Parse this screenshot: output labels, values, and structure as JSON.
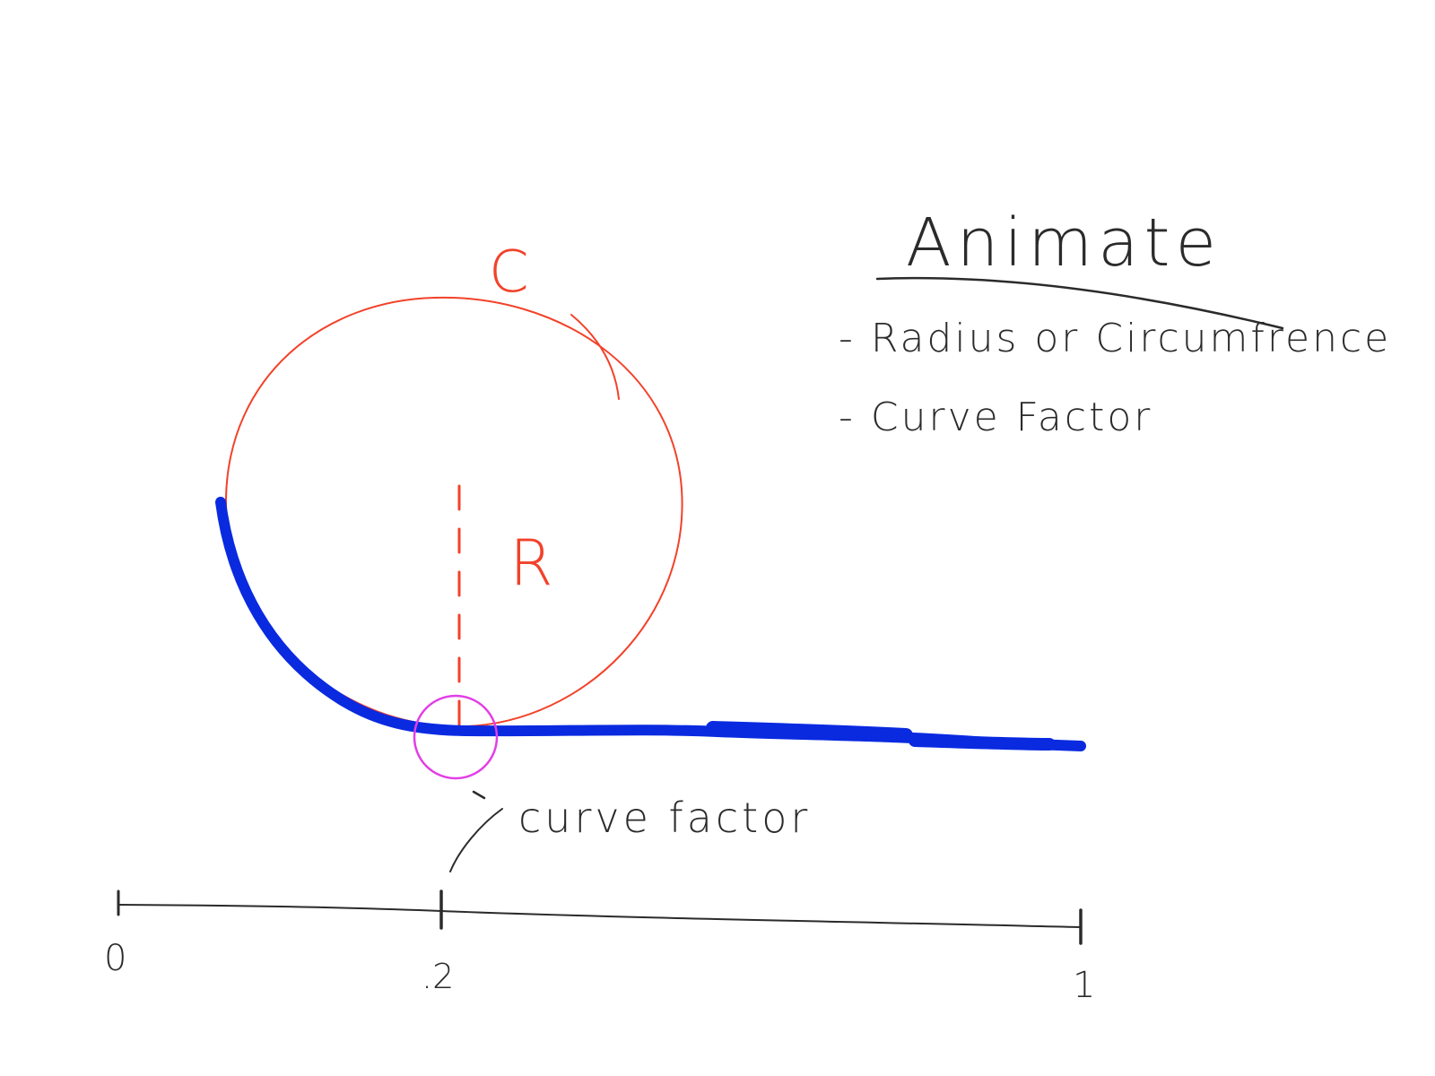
{
  "notes": {
    "title": "Animate",
    "items": [
      "- Radius or Circumfrence",
      "- Curve Factor"
    ]
  },
  "diagram": {
    "circumference_label": "C",
    "radius_label": "R",
    "curve_factor_label": "curve factor"
  },
  "scale": {
    "ticks": [
      {
        "value": 0,
        "label": "0"
      },
      {
        "value": 0.2,
        "label": ".2"
      },
      {
        "value": 1,
        "label": "1"
      }
    ]
  },
  "colors": {
    "ink": "#2b2b2b",
    "circle": "#f2422a",
    "path": "#0a2ae0",
    "marker": "#e23ee6"
  }
}
